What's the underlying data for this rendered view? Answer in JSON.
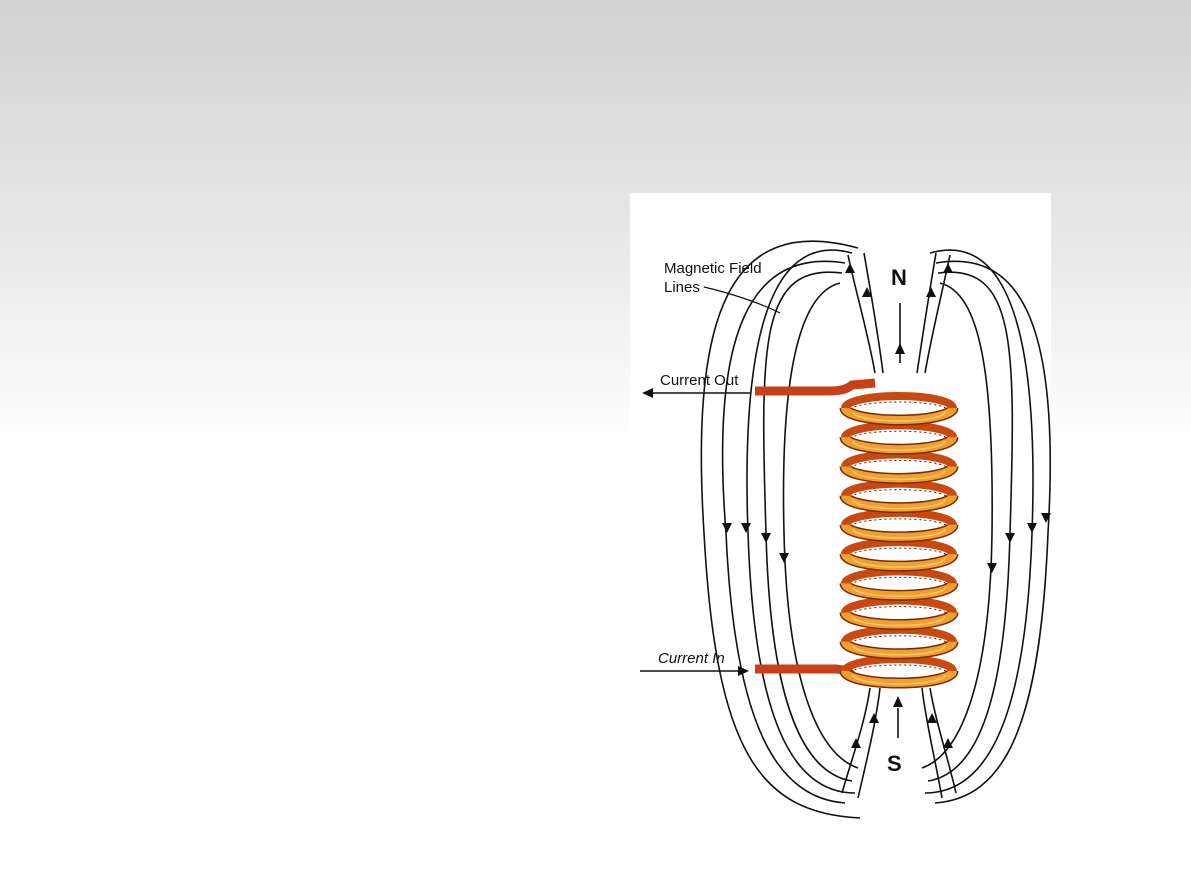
{
  "diagram": {
    "labels": {
      "field_lines": [
        "Magnetic Field",
        "Lines"
      ],
      "current_out": "Current Out",
      "current_in": "Current In",
      "north_pole": "N",
      "south_pole": "S"
    },
    "colors": {
      "coil_front": "#f0a030",
      "coil_back": "#c84a10",
      "coil_lead": "#c8401a",
      "field_line": "#111111"
    },
    "coil": {
      "turns": 10
    }
  }
}
